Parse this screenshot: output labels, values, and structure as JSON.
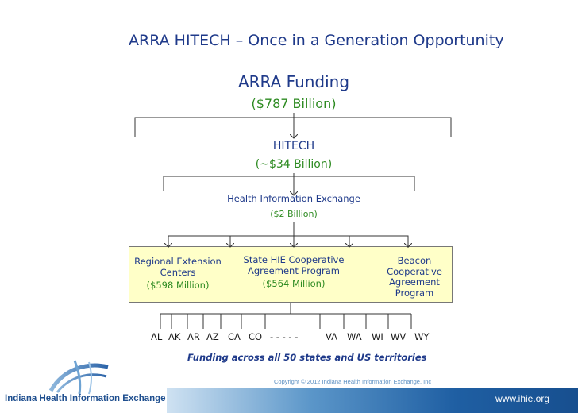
{
  "header": {
    "title": "ARRA HITECH – Once in a Generation Opportunity"
  },
  "arra": {
    "title": "ARRA Funding",
    "amount": "($787 Billion)"
  },
  "hitech": {
    "title": "HITECH",
    "amount": "(~$34 Billion)"
  },
  "hie": {
    "title": "Health Information Exchange",
    "amount": "($2 Billion)"
  },
  "programs": [
    {
      "line1": "Regional Extension",
      "line2": "Centers",
      "line3": "",
      "line4": "($598 Million)"
    },
    {
      "line1": "State HIE Cooperative",
      "line2": "Agreement Program",
      "line3": "($564 Million)",
      "line4": ""
    },
    {
      "line1": "Beacon",
      "line2": "Cooperative",
      "line3": "Agreement",
      "line4": "Program"
    }
  ],
  "states": [
    "AL",
    "AK",
    "AR",
    "AZ",
    "CA",
    "CO",
    "- - - - -",
    "VA",
    "WA",
    "WI",
    "WV",
    "WY"
  ],
  "funding_note": "Funding across all 50 states and US territories",
  "footer": {
    "copyright": "Copyright © 2012 Indiana Health Information Exchange, Inc",
    "logo_text": "Indiana Health Information Exchange",
    "url": "www.ihie.org"
  },
  "colors": {
    "title_blue": "#1f3a8a",
    "amount_green": "#2e8b22",
    "box_fill": "#ffffc8",
    "footer_blue": "#1f5fa3"
  }
}
